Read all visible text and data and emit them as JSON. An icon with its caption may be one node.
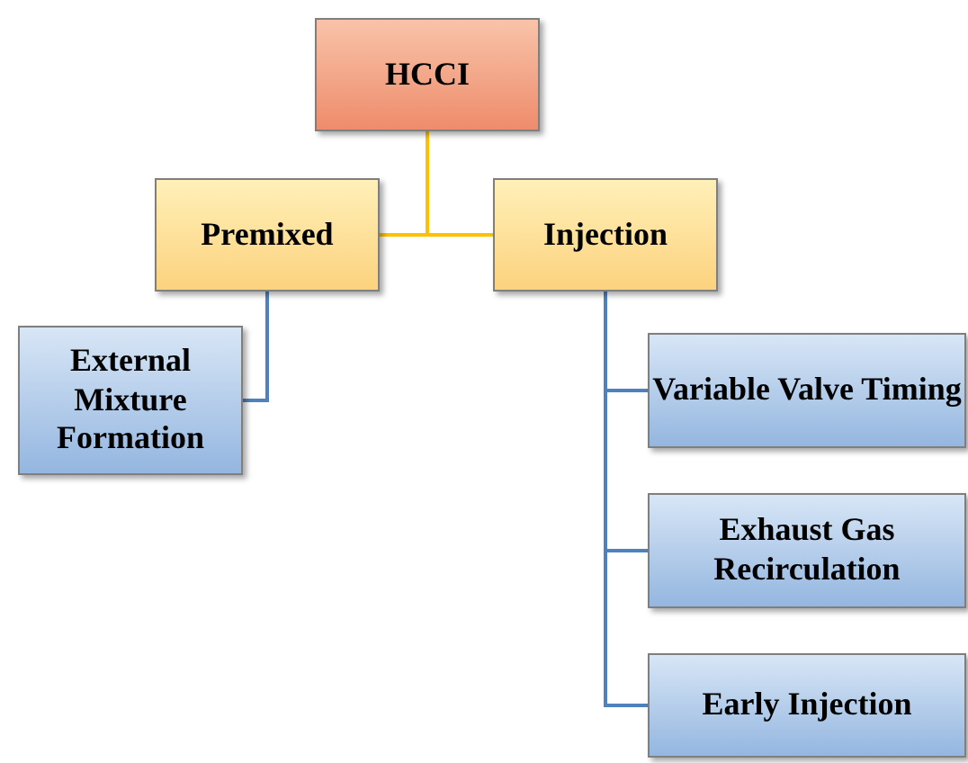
{
  "diagram": {
    "nodes": [
      {
        "text": [
          "HCCI"
        ]
      },
      {
        "text": [
          "Premixed"
        ]
      },
      {
        "text": [
          "Injection"
        ]
      },
      {
        "text": [
          "External Mixture Formation"
        ]
      },
      {
        "text": [
          "Variable Valve Timing"
        ]
      },
      {
        "text": [
          "Exhaust Gas Recirculation"
        ]
      },
      {
        "text": [
          "Early Injection"
        ]
      }
    ],
    "edges": [
      {
        "from": 0,
        "to": 1,
        "arrow": "none",
        "color": "#ffc000"
      },
      {
        "from": 0,
        "to": 2,
        "arrow": "none",
        "color": "#ffc000"
      },
      {
        "from": 1,
        "to": 3,
        "arrow": "none"
      },
      {
        "from": 2,
        "to": 4,
        "arrow": "none"
      },
      {
        "from": 2,
        "to": 5,
        "arrow": "none"
      },
      {
        "from": 2,
        "to": 6,
        "arrow": "none"
      }
    ]
  }
}
